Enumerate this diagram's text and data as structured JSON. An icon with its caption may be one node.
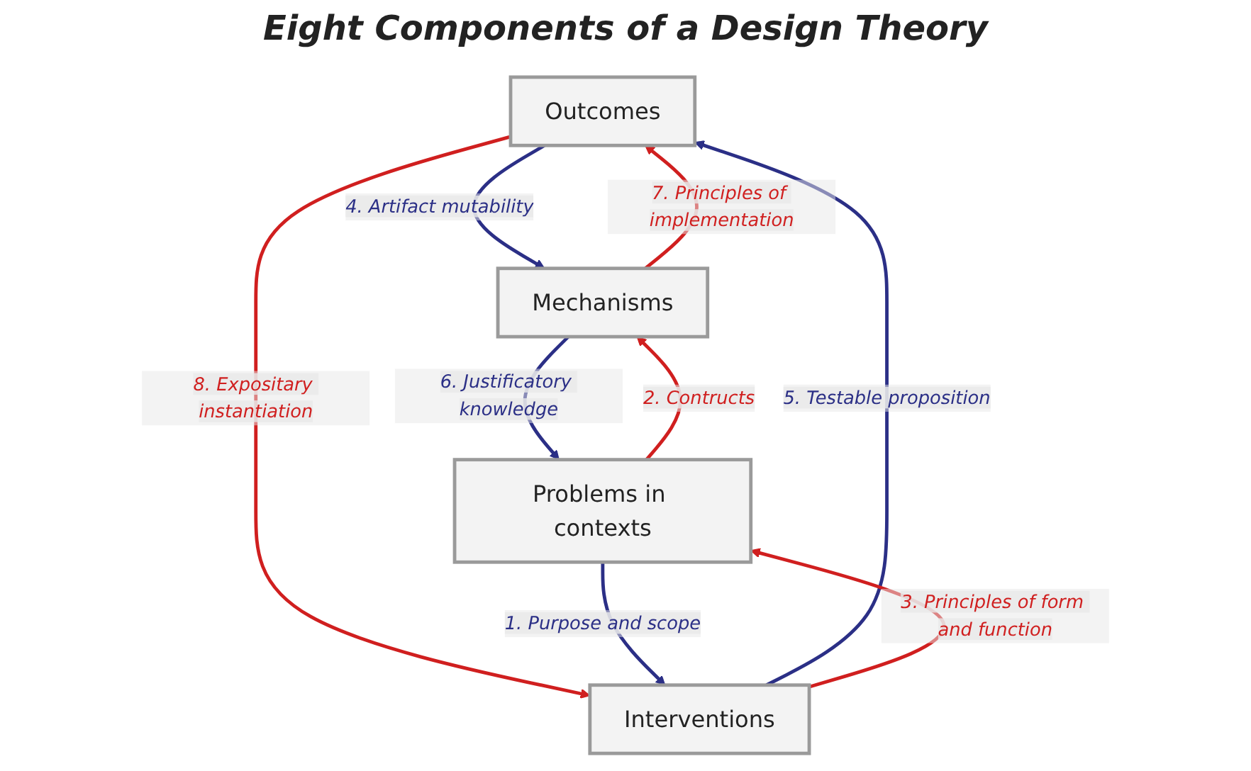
{
  "diagram": {
    "title": "Eight Components of a Design Theory",
    "nodes": [
      {
        "text": [
          "Outcomes"
        ]
      },
      {
        "text": [
          "Mechanisms"
        ]
      },
      {
        "text": [
          "Interventions"
        ]
      },
      {
        "text": [
          "Problems in contexts"
        ]
      }
    ],
    "edges": [
      {
        "from": 0,
        "to": 1,
        "arrow": "to",
        "label": "4. Artifact mutability",
        "color": "#2b2f86"
      },
      {
        "from": 2,
        "to": 0,
        "arrow": "to",
        "label": "5. Testable proposition",
        "color": "#2b2f86"
      },
      {
        "from": 1,
        "to": 0,
        "arrow": "to",
        "label": "7. Principles of implementation",
        "color": "#d01f1f"
      },
      {
        "from": 0,
        "to": 2,
        "arrow": "to",
        "label": "8. Expositary instantiation",
        "color": "#d01f1f"
      },
      {
        "from": 3,
        "to": 1,
        "arrow": "to",
        "label": "2. Contructs",
        "color": "#d01f1f"
      },
      {
        "from": 2,
        "to": 3,
        "arrow": "to",
        "label": "3. Principles of form and function",
        "color": "#d01f1f"
      },
      {
        "from": 1,
        "to": 3,
        "arrow": "to",
        "label": "6. Justificatory knowledge",
        "color": "#2b2f86"
      },
      {
        "from": 3,
        "to": 2,
        "arrow": "to",
        "label": "1. Purpose and scope",
        "color": "#2b2f86"
      }
    ]
  }
}
